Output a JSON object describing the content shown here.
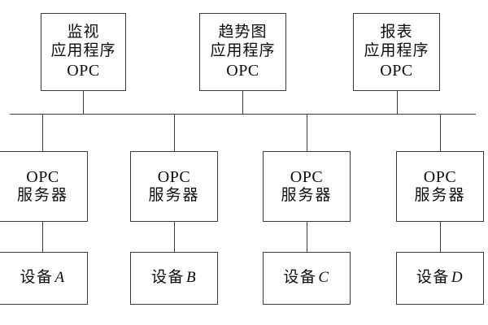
{
  "diagram": {
    "title_present": false,
    "type": "block-diagram",
    "background_color": "#ffffff",
    "line_color": "#3a3a3a",
    "text_color": "#0d0d0d",
    "applications": [
      {
        "id": "app-monitoring",
        "line1": "监视",
        "line2": "应用程序",
        "line3": "OPC"
      },
      {
        "id": "app-trend-chart",
        "line1": "趋势图",
        "line2": "应用程序",
        "line3": "OPC"
      },
      {
        "id": "app-report",
        "line1": "报表",
        "line2": "应用程序",
        "line3": "OPC"
      }
    ],
    "servers": [
      {
        "id": "server-1",
        "line1": "OPC",
        "line2": "服务器"
      },
      {
        "id": "server-2",
        "line1": "OPC",
        "line2": "服务器"
      },
      {
        "id": "server-3",
        "line1": "OPC",
        "line2": "服务器"
      },
      {
        "id": "server-4",
        "line1": "OPC",
        "line2": "服务器"
      }
    ],
    "devices": [
      {
        "id": "device-a",
        "label": "设备",
        "letter": "A"
      },
      {
        "id": "device-b",
        "label": "设备",
        "letter": "B"
      },
      {
        "id": "device-c",
        "label": "设备",
        "letter": "C"
      },
      {
        "id": "device-d",
        "label": "设备",
        "letter": "D"
      }
    ],
    "bus": {
      "id": "network-bus",
      "orientation": "horizontal"
    }
  }
}
